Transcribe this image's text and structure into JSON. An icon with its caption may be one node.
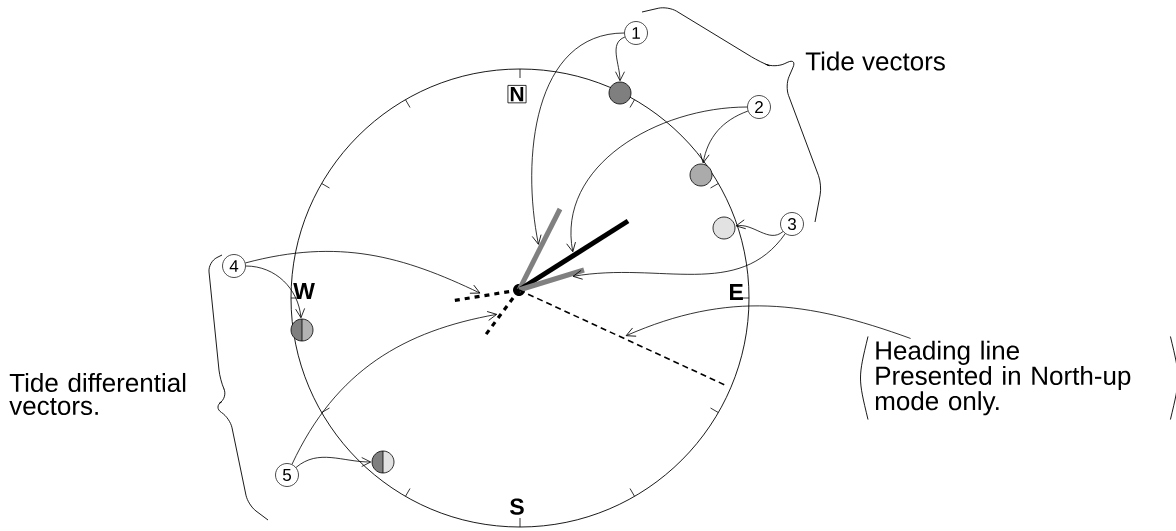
{
  "diagram": {
    "nodes": [
      {
        "text": [
          "1"
        ]
      },
      {
        "text": [],
        "shape": "circle"
      },
      {
        "text": [
          "2"
        ]
      },
      {
        "text": [],
        "shape": "circle"
      },
      {
        "text": [
          "3"
        ]
      },
      {
        "text": [],
        "shape": "circle"
      },
      {
        "text": [
          "4"
        ]
      },
      {
        "text": [],
        "shape": "circle"
      },
      {
        "text": [
          "5"
        ]
      },
      {
        "text": [],
        "shape": "circle"
      },
      {
        "text": [],
        "shape": "line"
      },
      {
        "text": [],
        "shape": "line"
      },
      {
        "text": [],
        "shape": "line"
      },
      {
        "text": [],
        "shape": "line"
      },
      {
        "text": [],
        "shape": "line"
      },
      {
        "text": [],
        "shape": "line"
      },
      {
        "text": [
          "Heading line",
          "Presented in North-up mode only."
        ]
      }
    ],
    "edges": [
      {
        "from": 0,
        "to": 1,
        "arrow": "to"
      },
      {
        "from": 0,
        "to": 10,
        "arrow": "to"
      },
      {
        "from": 2,
        "to": 3,
        "arrow": "to"
      },
      {
        "from": 2,
        "to": 11,
        "arrow": "to"
      },
      {
        "from": 4,
        "to": 5,
        "arrow": "to"
      },
      {
        "from": 4,
        "to": 12,
        "arrow": "to"
      },
      {
        "from": 6,
        "to": 7,
        "arrow": "to"
      },
      {
        "from": 6,
        "to": 13,
        "arrow": "to"
      },
      {
        "from": 8,
        "to": 9,
        "arrow": "to"
      },
      {
        "from": 8,
        "to": 14,
        "arrow": "to"
      },
      {
        "from": 16,
        "to": 15,
        "arrow": "to"
      }
    ],
    "labels": [
      "N",
      "W",
      "E",
      "S",
      "Tide vectors",
      "Tide differential vectors."
    ]
  }
}
